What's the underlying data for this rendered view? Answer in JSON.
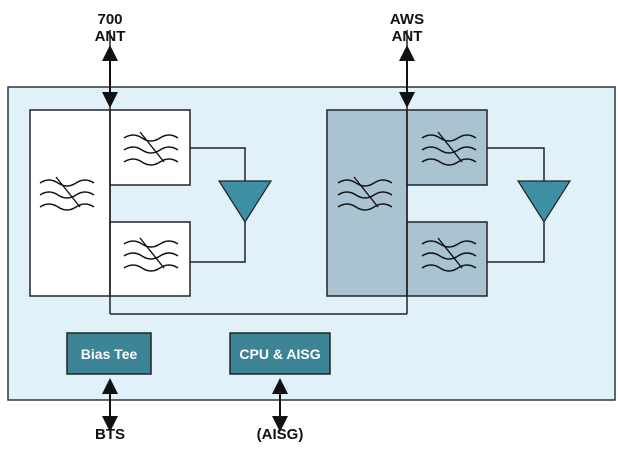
{
  "labels": {
    "top_left": "700",
    "top_left_2": "ANT",
    "top_right": "AWS",
    "top_right_2": "ANT",
    "bottom_left": "BTS",
    "bottom_right": "(AISG)"
  },
  "blocks": {
    "bias_tee": "Bias Tee",
    "cpu_aisg": "CPU & AISG"
  },
  "colors": {
    "panel": "#e1f1f9",
    "panel_border": "#333333",
    "filter_white": "#ffffff",
    "filter_shaded": "#a9c4d0",
    "amplifier": "#3d8fa3",
    "block": "#3e8497",
    "line": "#222222"
  },
  "icons": {
    "filter": "bandpass-filter-icon",
    "amplifier": "amplifier-triangle-icon",
    "arrow": "double-arrow-icon"
  }
}
